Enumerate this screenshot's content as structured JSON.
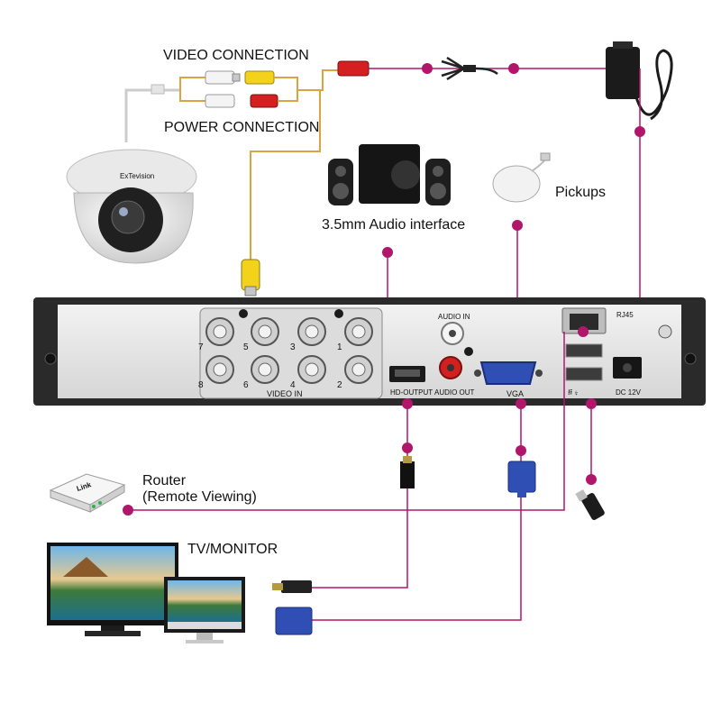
{
  "labels": {
    "video_connection": "VIDEO CONNECTION",
    "power_connection": "POWER CONNECTION",
    "audio_interface": "3.5mm Audio interface",
    "pickups": "Pickups",
    "router_line1": "Router",
    "router_line2": "(Remote Viewing)",
    "tv_monitor": "TV/MONITOR"
  },
  "dvr": {
    "video_in": "VIDEO IN",
    "audio_in": "AUDIO IN",
    "audio_out": "AUDIO OUT",
    "hd_output": "HD-OUTPUT",
    "vga": "VGA",
    "rj45": "RJ45",
    "dc": "DC 12V",
    "port_numbers_top": [
      "7",
      "5",
      "3",
      "1"
    ],
    "port_numbers_bottom": [
      "8",
      "6",
      "4",
      "2"
    ]
  },
  "brands": {
    "camera": "ExTevision",
    "router": "Link"
  },
  "colors": {
    "connector_line": "#b0176a",
    "video_wire": "#d9a441",
    "dvr_body": "#2a2a2a",
    "dvr_panel": "#e6e6e6",
    "vga_blue": "#2f4fb5"
  }
}
